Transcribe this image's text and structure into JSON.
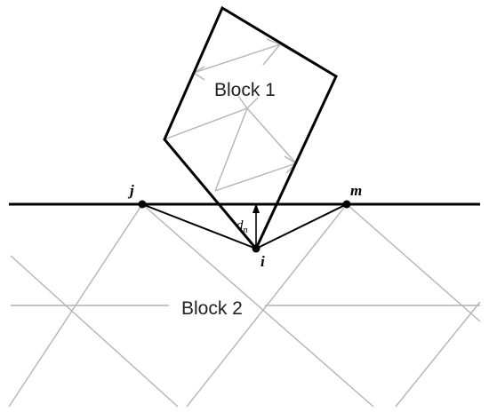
{
  "blocks": {
    "upper_label": "Block 1",
    "lower_label": "Block 2"
  },
  "points": {
    "j": "j",
    "m": "m",
    "i": "i"
  },
  "distance": {
    "symbol": "d",
    "subscript": "n"
  },
  "colors": {
    "outline": "#000000",
    "mesh": "#b4b4b4",
    "background": "#ffffff"
  }
}
